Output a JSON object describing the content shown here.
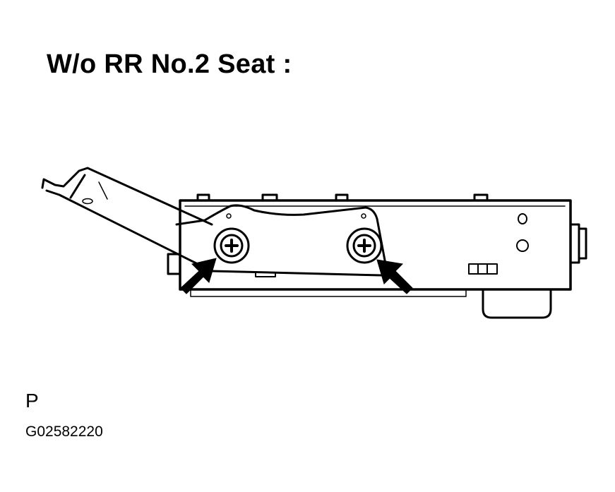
{
  "diagram": {
    "title": "W/o RR No.2 Seat :",
    "view_letter": "P",
    "figure_code": "G02582220"
  }
}
